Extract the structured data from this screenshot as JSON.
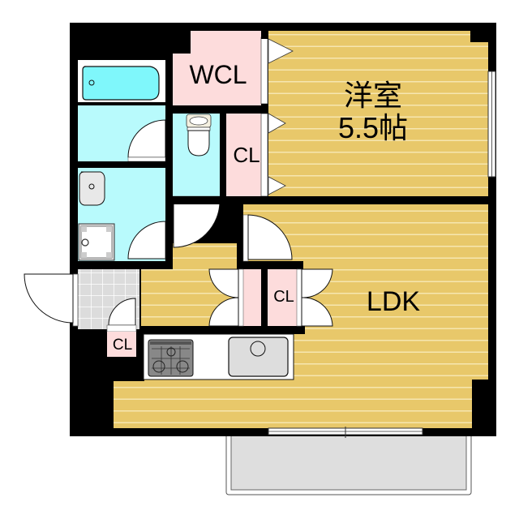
{
  "floor_plan": {
    "rooms": [
      {
        "id": "western-room",
        "label_line1": "洋室",
        "label_line2": "5.5帖"
      },
      {
        "id": "ldk",
        "label": "LDK"
      },
      {
        "id": "wcl",
        "label": "WCL"
      },
      {
        "id": "closet-bedroom",
        "label": "CL"
      },
      {
        "id": "closet-hall",
        "label": "CL"
      },
      {
        "id": "closet-entrance",
        "label": "CL"
      }
    ],
    "fixtures": [
      "bathtub",
      "washbasin",
      "washing-machine-pan",
      "toilet",
      "gas-stove",
      "kitchen-sink",
      "balcony"
    ],
    "colors": {
      "wall": "#000000",
      "wood_floor": "#e8c86a",
      "floor_line": "#f6e6b0",
      "wet_area": "#b8fafc",
      "closet": "#fddcdc",
      "entrance_tile": "#e0e0e0",
      "balcony": "#dedede",
      "bathtub": "#7ff7fb"
    }
  }
}
